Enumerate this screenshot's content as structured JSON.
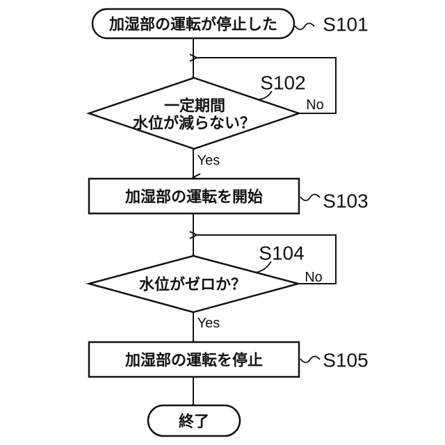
{
  "figure": {
    "type": "flowchart",
    "background_color": "#ffffff",
    "line_color": "#111111",
    "description": "humidifier-operation-control-flowchart"
  },
  "steps": {
    "s101": {
      "kind": "terminal",
      "label": "加湿部の運転が停止した",
      "tag": "S101"
    },
    "s102": {
      "kind": "decision",
      "line1": "一定期間",
      "line2": "水位が減らない？",
      "tag": "S102",
      "yes": "Yes",
      "no": "No"
    },
    "s103": {
      "kind": "process",
      "label": "加湿部の運転を開始",
      "tag": "S103"
    },
    "s104": {
      "kind": "decision",
      "label": "水位がゼロか？",
      "tag": "S104",
      "yes": "Yes",
      "no": "No"
    },
    "s105": {
      "kind": "process",
      "label": "加湿部の運転を停止",
      "tag": "S105"
    },
    "end": {
      "kind": "terminal",
      "label": "終了"
    }
  }
}
